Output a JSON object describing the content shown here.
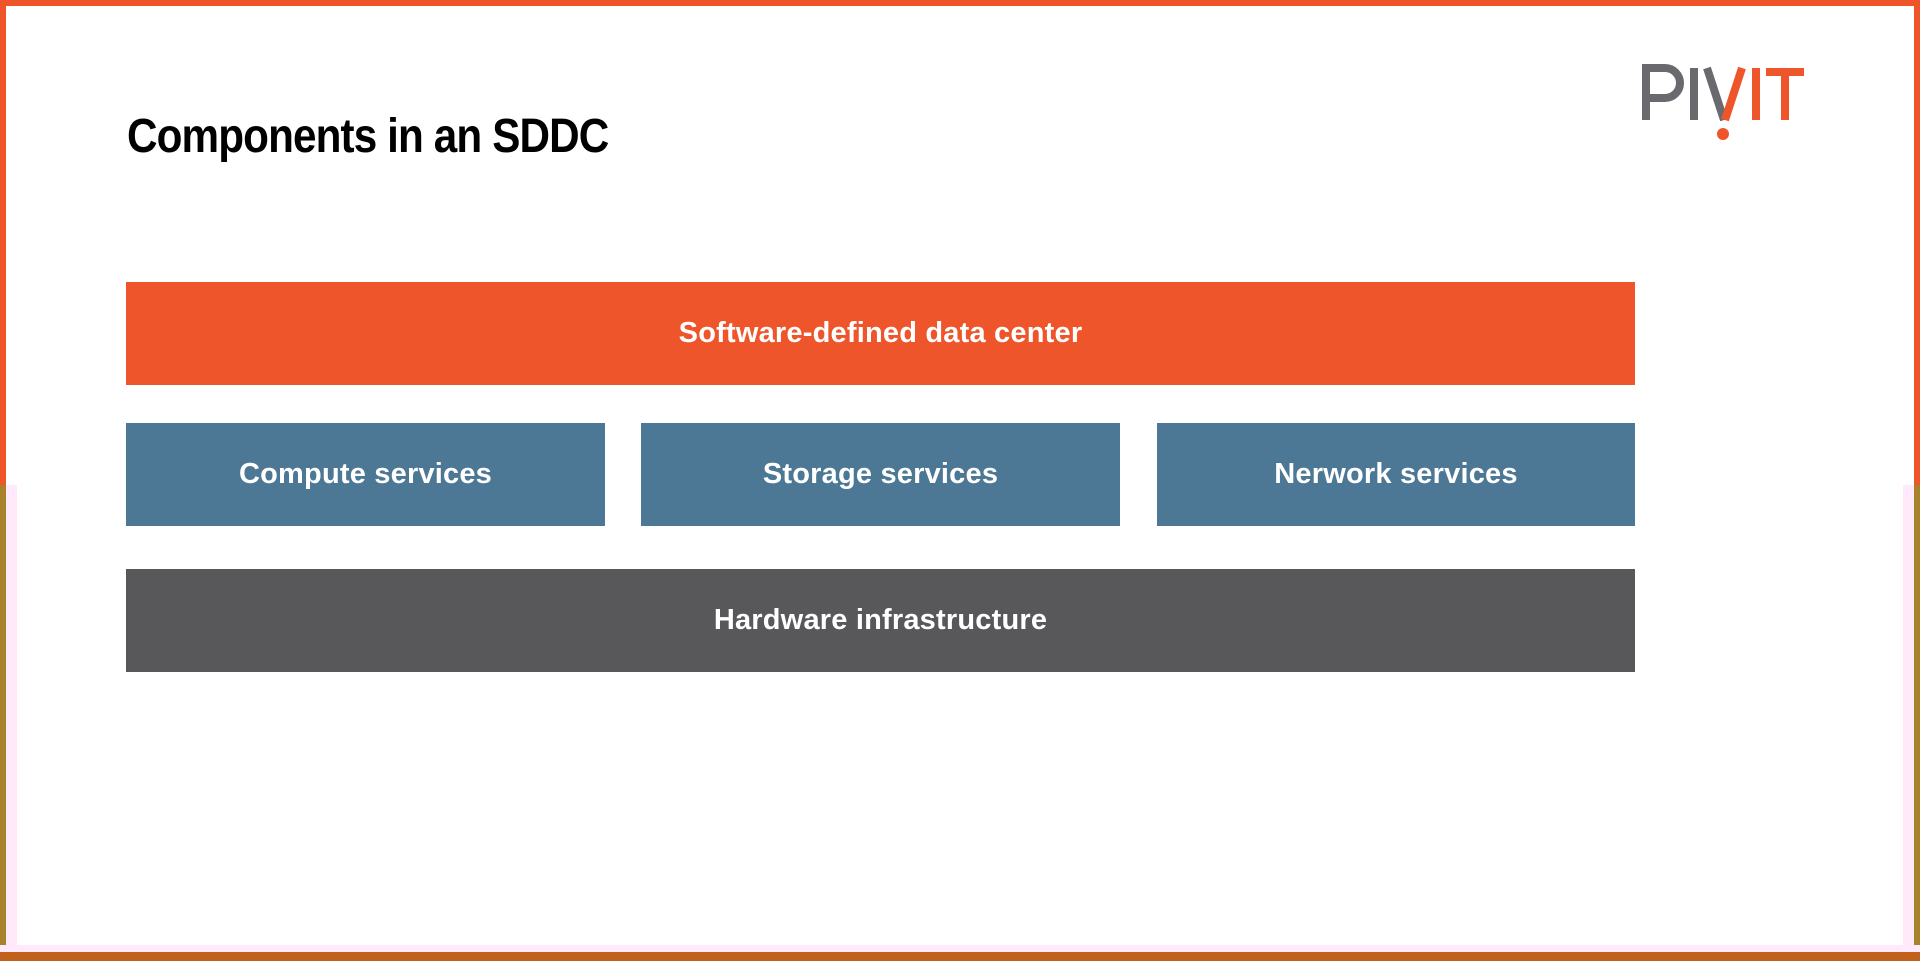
{
  "header": {
    "title": "Components in an SDDC",
    "logo_text": "PIVIT"
  },
  "diagram": {
    "top_layer": {
      "label": "Software-defined data center",
      "color": "#EE552B"
    },
    "service_layers": [
      {
        "label": "Compute services"
      },
      {
        "label": "Storage services"
      },
      {
        "label": "Nerwork services"
      }
    ],
    "service_color": "#4C7896",
    "bottom_layer": {
      "label": "Hardware infrastructure",
      "color": "#58585A"
    }
  },
  "frame": {
    "top_border_color": "#EE552B",
    "lower_side_border_color": "#A9812B",
    "bottom_border_color": "#C2611E",
    "inner_strip_color": "#FFE9FB"
  },
  "brand": {
    "orange": "#EE552B",
    "gray": "#6A6A6E"
  }
}
